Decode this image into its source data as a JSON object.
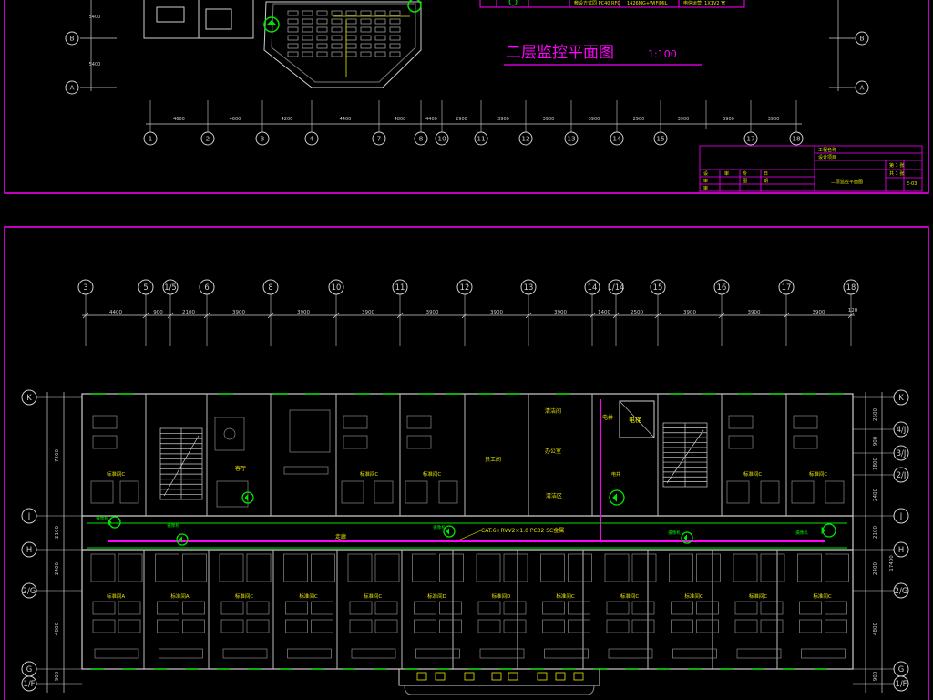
{
  "top_sheet": {
    "title": "二层监控平面图",
    "scale": "1:100",
    "legend_row_text_1": "1426MG+WIFIMIL",
    "legend_row_text_2": "电信运营, 1X1V2 宽",
    "legend_row_text_3": "敷设方式同 PC40 RFC",
    "axes_bottom": [
      "1",
      "2",
      "3",
      "4",
      "7",
      "8",
      "10",
      "11",
      "12",
      "13",
      "14",
      "15",
      "17",
      "18"
    ],
    "dims_bottom": [
      "4600",
      "4600",
      "4200",
      "4400",
      "4800",
      "4400",
      "2900",
      "3900",
      "3900",
      "3900",
      "2900",
      "3900",
      "3900",
      "3900",
      "3900"
    ],
    "axes_left": [
      "B",
      "A"
    ],
    "axes_right": [
      "B",
      "A"
    ],
    "dims_left": [
      "5400",
      "5400"
    ],
    "title_block": {
      "rows": [
        "工程名称",
        "设计项目",
        "",
        "",
        ""
      ],
      "cells": [
        "设",
        "审",
        "审",
        "审",
        "专",
        "图",
        "日",
        "期"
      ],
      "drawing_name": "二层监控平面图",
      "sheet": "第 1 张",
      "number": "E-03",
      "count": "共 1 张"
    }
  },
  "bottom_sheet": {
    "axes_top": [
      "3",
      "5",
      "1/5",
      "6",
      "8",
      "10",
      "11",
      "12",
      "13",
      "14",
      "1/14",
      "15",
      "16",
      "17",
      "18"
    ],
    "dims_top": [
      "4400",
      "900",
      "2100",
      "3900",
      "3900",
      "3900",
      "3900",
      "3900",
      "3900",
      "1400",
      "2500",
      "3900",
      "3900",
      "3900",
      "120"
    ],
    "axes_left": [
      "K",
      "J",
      "H",
      "2/G",
      "G",
      "1/F"
    ],
    "axes_right": [
      "K",
      "4/J",
      "3/J",
      "2/J",
      "J",
      "H",
      "2/G",
      "G",
      "1/F"
    ],
    "dims_left": [
      "7200",
      "2100",
      "2400",
      "4800",
      "900"
    ],
    "dims_right": [
      "2500",
      "900",
      "1800",
      "2400",
      "2100",
      "17400",
      "2400",
      "4800",
      "900"
    ],
    "corridor_label": "走廊",
    "cable_label": "CAT.6+RVV2×1.0 PC32 SC金属",
    "rooms_upper": [
      "标准间C",
      "标准间C",
      "标准间C",
      "标准间C",
      "标准间C",
      "标准间C"
    ],
    "rooms_lower": [
      "标准间A",
      "标准间A",
      "标准间C",
      "标准间C",
      "标准间C",
      "标准间D",
      "标准间D",
      "标准间C",
      "标准间C",
      "标准间C",
      "标准间C",
      "标准间C"
    ],
    "special_rooms": {
      "living": "客厅",
      "staff": "员工间",
      "office": "办公室",
      "clean": "清洁区",
      "cleaning": "清洁间",
      "elevator": "电梯",
      "shaft": "电井",
      "pipe": "电井"
    },
    "camera_labels": [
      "摄像机",
      "摄像机",
      "摄像机",
      "摄像机",
      "摄像机",
      "摄像机"
    ]
  },
  "colors": {
    "border": "#ff00ff",
    "walls": "#cfcfcf",
    "green": "#00e600",
    "cyan": "#00e5e5",
    "yellow": "#e6e600",
    "red": "#ff3030",
    "white": "#ffffff"
  },
  "icons": [
    "camera-icon",
    "axis-bubble-icon",
    "stair-icon",
    "bed-icon",
    "door-icon"
  ]
}
